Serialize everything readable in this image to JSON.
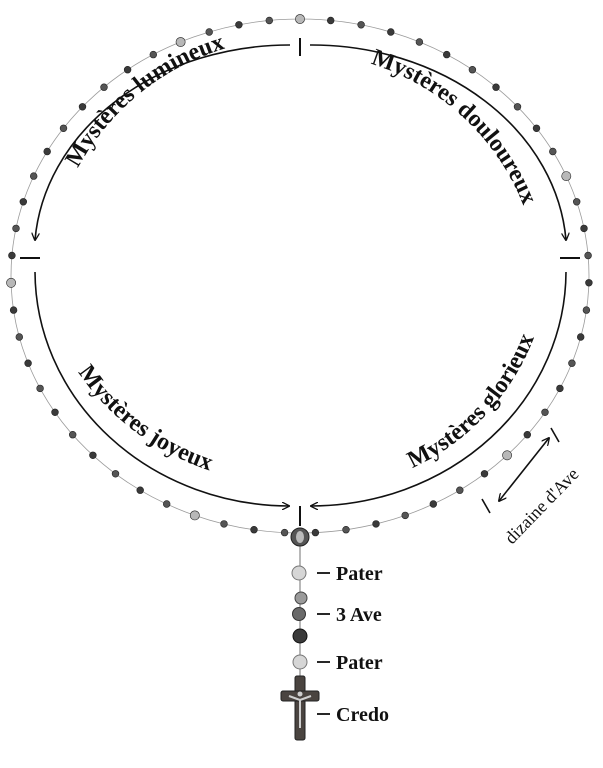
{
  "colors": {
    "ink": "#111111",
    "bead_dark": "#3a3a3a",
    "bead_light": "#b8b8b8",
    "background": "#ffffff"
  },
  "sectors": {
    "lumineux": "Mystères lumineux",
    "douloureux": "Mystères douloureux",
    "joyeux": "Mystères joyeux",
    "glorieux": "Mystères glorieux"
  },
  "dizaine": {
    "label": "dizaine d'Ave"
  },
  "pendant": {
    "pater_top": "Pater",
    "ave": "3 Ave",
    "pater_bottom": "Pater",
    "credo": "Credo"
  },
  "icons": {
    "loop": "rosary-loop",
    "crucifix": "crucifix-icon",
    "medal": "center-medal-icon"
  }
}
